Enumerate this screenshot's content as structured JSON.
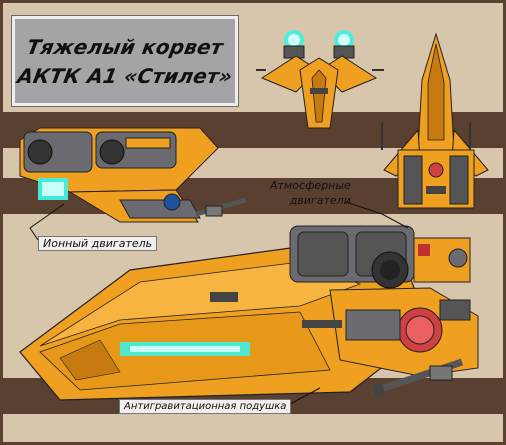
{
  "title": {
    "line1": "Тяжелый корвет",
    "line2": "АКТК А1 «Стилет»"
  },
  "labels": {
    "atmospheric_engines_1": "Атмосферные",
    "atmospheric_engines_2": "двигатели",
    "ion_engine": "Ионный двигатель",
    "antigrav": "Антигравитационная подушка"
  },
  "colors": {
    "hull": "#f0a020",
    "hull_dark": "#c77a10",
    "panel_gray": "#7a7a80",
    "panel_dark": "#3a3a40",
    "glow": "#40f0e0",
    "band": "#5a4030",
    "background": "#d2bfa5",
    "title_box": "#a3a3a8"
  }
}
